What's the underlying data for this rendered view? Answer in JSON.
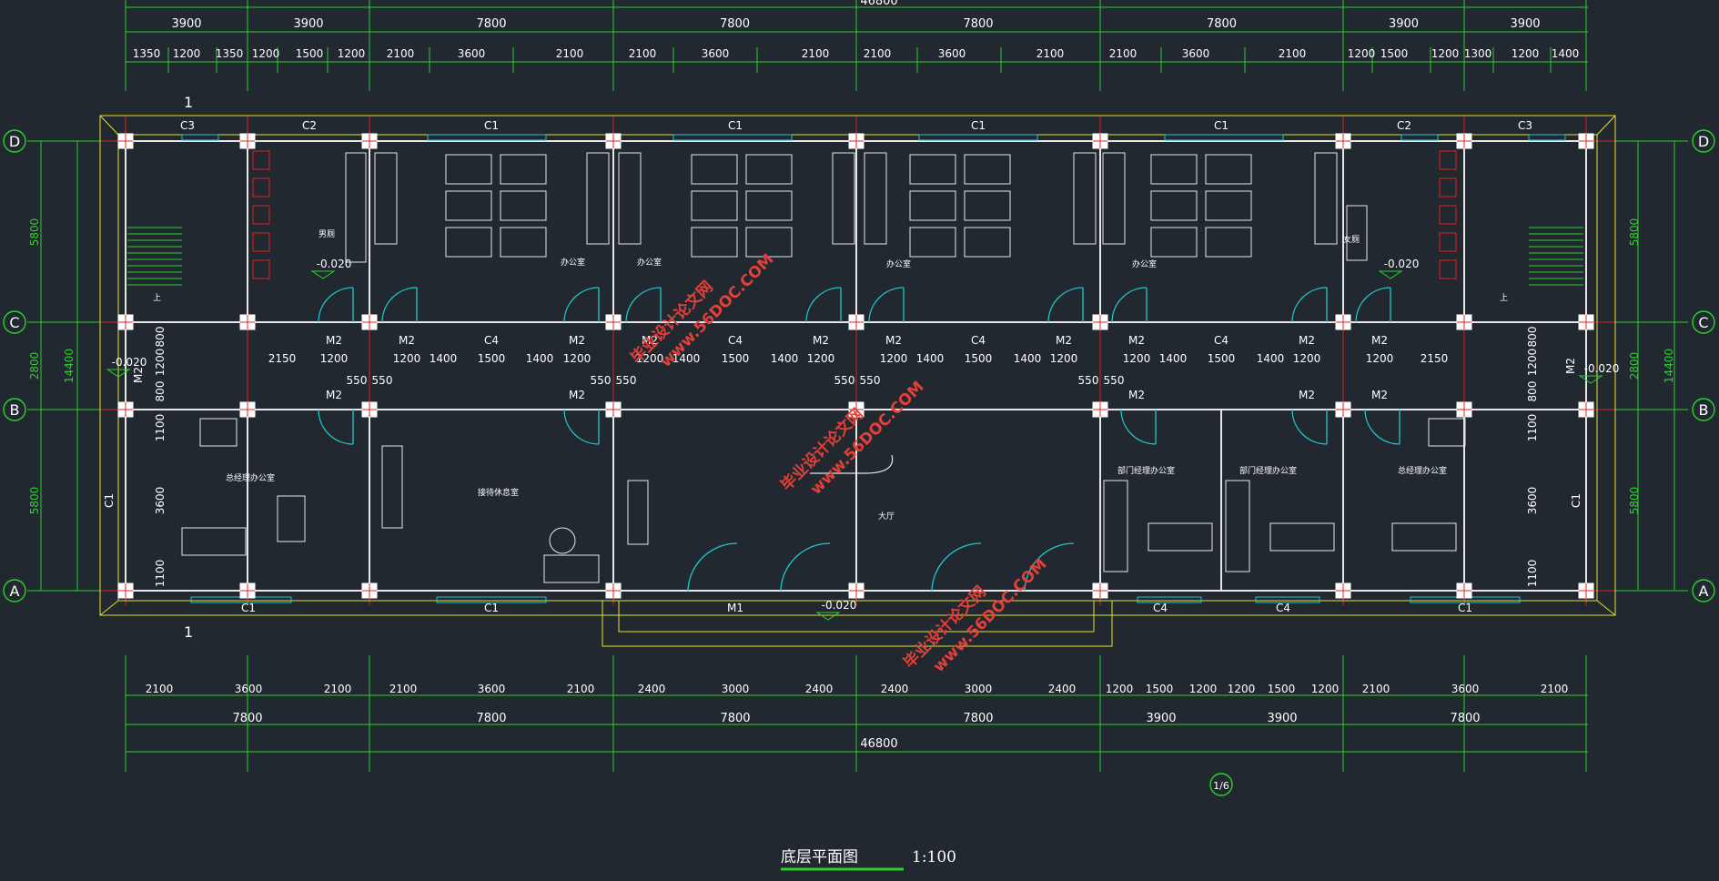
{
  "drawing_title": "底层平面图",
  "scale": "1:100",
  "top_total": "46800",
  "top_row1": [
    "3900",
    "3900",
    "7800",
    "7800",
    "7800",
    "7800",
    "3900",
    "3900"
  ],
  "top_row2": [
    "1350",
    "1200",
    "1350",
    "1200",
    "1500",
    "1200",
    "2100",
    "3600",
    "2100",
    "2100",
    "3600",
    "2100",
    "2100",
    "3600",
    "2100",
    "2100",
    "3600",
    "2100",
    "1200",
    "1500",
    "1200",
    "1300",
    "1200",
    "1400"
  ],
  "bottom_row1": [
    "2100",
    "3600",
    "2100",
    "2100",
    "3600",
    "2100",
    "2400",
    "3000",
    "2400",
    "2400",
    "3000",
    "2400",
    "1200",
    "1500",
    "1200",
    "1200",
    "1500",
    "1200",
    "2100",
    "3600",
    "2100"
  ],
  "bottom_row2": [
    "7800",
    "7800",
    "7800",
    "7800",
    "3900",
    "3900",
    "7800"
  ],
  "bottom_total": "46800",
  "corridor_dims": [
    "2150",
    "1200",
    "1200",
    "1400",
    "1500",
    "1400",
    "1200",
    "1200",
    "1400",
    "1500",
    "1400",
    "1200",
    "1200",
    "1400",
    "1500",
    "1400",
    "1200",
    "1200",
    "1400",
    "1500",
    "1400",
    "1200",
    "1200",
    "2150"
  ],
  "wall_offsets": [
    "550",
    "550",
    "550",
    "550",
    "550",
    "550",
    "550",
    "550",
    "550",
    "550",
    "550",
    "550"
  ],
  "left_dims": {
    "outer": "14400",
    "d1": "5800",
    "d2": "2800",
    "d3": "5800"
  },
  "right_dims": {
    "outer": "14400",
    "d1": "5800",
    "d2": "2800",
    "d3": "5800"
  },
  "left_inner_dims": [
    "800",
    "1200",
    "800",
    "1100",
    "3600",
    "1100"
  ],
  "right_inner_dims": [
    "800",
    "1200",
    "800",
    "1100",
    "3600",
    "1100"
  ],
  "axes": [
    "D",
    "C",
    "B",
    "A"
  ],
  "section_mark": "1",
  "detail_mark": "1/6",
  "window_labels_top": [
    "C3",
    "C2",
    "C1",
    "C1",
    "C1",
    "C1",
    "C2",
    "C3"
  ],
  "window_labels_bottom": [
    "C1",
    "C1",
    "M1",
    "C4",
    "C4",
    "C1"
  ],
  "door_labels_north": [
    "M2",
    "M2",
    "C4",
    "M2",
    "M2",
    "C4",
    "M2",
    "M2",
    "C4",
    "M2",
    "M2",
    "C4",
    "M2",
    "M2"
  ],
  "door_labels_south": [
    "M2",
    "M2",
    "M2",
    "M2",
    "M2"
  ],
  "side_labels": [
    "M2",
    "M2",
    "C1",
    "C1"
  ],
  "levels": [
    "-0.020",
    "-0.020",
    "-0.020",
    "-0.020",
    "-0.020"
  ],
  "rooms": {
    "toilet_m": "男厕",
    "toilet_f": "女厕",
    "office1": "办公室",
    "office2": "办公室",
    "office3": "办公室",
    "office4": "办公室",
    "gm_office_l": "总经理办公室",
    "reception": "接待休息室",
    "lobby": "大厅",
    "dept_mgr1": "部门经理办公室",
    "dept_mgr2": "部门经理办公室",
    "gm_office_r": "总经理办公室"
  },
  "up_label": "上",
  "watermark_line1": "毕业设计论文网",
  "watermark_line2": "www.56DOC.COM",
  "colors": {
    "bg": "#212830",
    "dim_line": "#2cd12c",
    "wall": "#e6e6e6",
    "axis": "#e02020",
    "outline": "#e6e02a",
    "door": "#22c6cc",
    "window": "#22c6cc",
    "fixture": "#e02020"
  }
}
